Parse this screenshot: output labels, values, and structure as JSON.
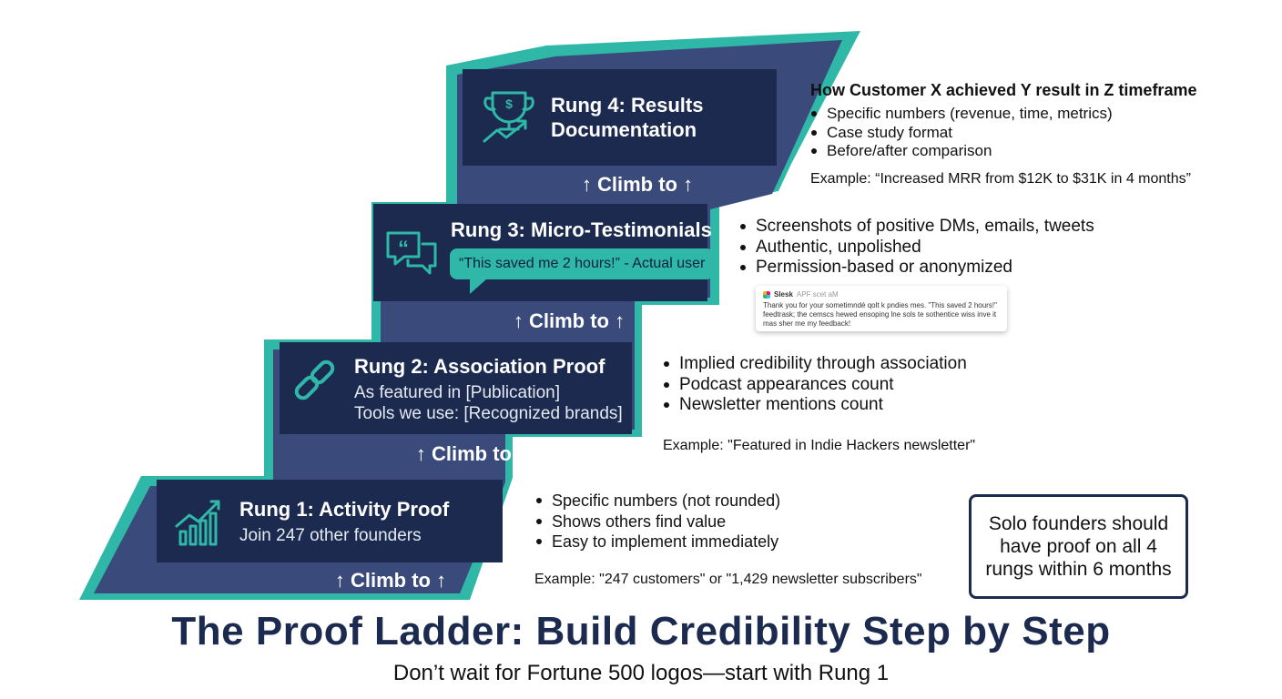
{
  "colors": {
    "navy": "#1b2a4e",
    "tread": "#3a4a7a",
    "teal": "#2fb8a8",
    "text": "#111111"
  },
  "rungs": [
    {
      "title": "Rung 1: Activity Proof",
      "subtitle": "Join 247 other founders",
      "icon": "bar-chart-growth-icon",
      "bullets": [
        "Specific numbers (not rounded)",
        "Shows others find value",
        "Easy to implement immediately"
      ],
      "example": "Example: \"247 customers\" or \"1,429 newsletter subscribers\""
    },
    {
      "title": "Rung 2: Association Proof",
      "lines": [
        "As featured in [Publication]",
        "Tools we use: [Recognized brands]"
      ],
      "icon": "chain-link-icon",
      "bullets": [
        "Implied credibility through association",
        "Podcast appearances count",
        "Newsletter mentions count"
      ],
      "example": "Example: \"Featured in Indie Hackers newsletter\""
    },
    {
      "title": "Rung 3: Micro-Testimonials",
      "quote": "“This saved me 2 hours!” - Actual user",
      "icon": "quote-bubbles-icon",
      "bullets": [
        "Screenshots of positive DMs, emails, tweets",
        "Authentic, unpolished",
        "Permission-based or anonymized"
      ],
      "dm_card": {
        "app": "Slesk",
        "meta": "APF  scet aM",
        "lines": [
          "Thank you for your sometimndé qolt k pndies mes. \"This saved 2 hours!\"",
          "feedtrask; the cemscs hewed ensoping lne sols te sothentice wiss inve it",
          "mas sher me my feedback!"
        ]
      }
    },
    {
      "title": "Rung 4: Results",
      "title_line2": "Documentation",
      "icon": "trophy-dollar-icon",
      "heading": "How Customer X achieved Y result in Z timeframe",
      "bullets": [
        "Specific numbers (revenue, time, metrics)",
        "Case study format",
        "Before/after comparison"
      ],
      "example": "Example: “Increased MRR from $12K to $31K in 4 months”"
    }
  ],
  "climb_label": "↑ Climb to ↑",
  "callout": "Solo founders should have proof on all 4 rungs within 6 months",
  "title": "The Proof Ladder: Build Credibility Step by Step",
  "subtitle": "Don’t wait for Fortune 500 logos—start with Rung 1"
}
